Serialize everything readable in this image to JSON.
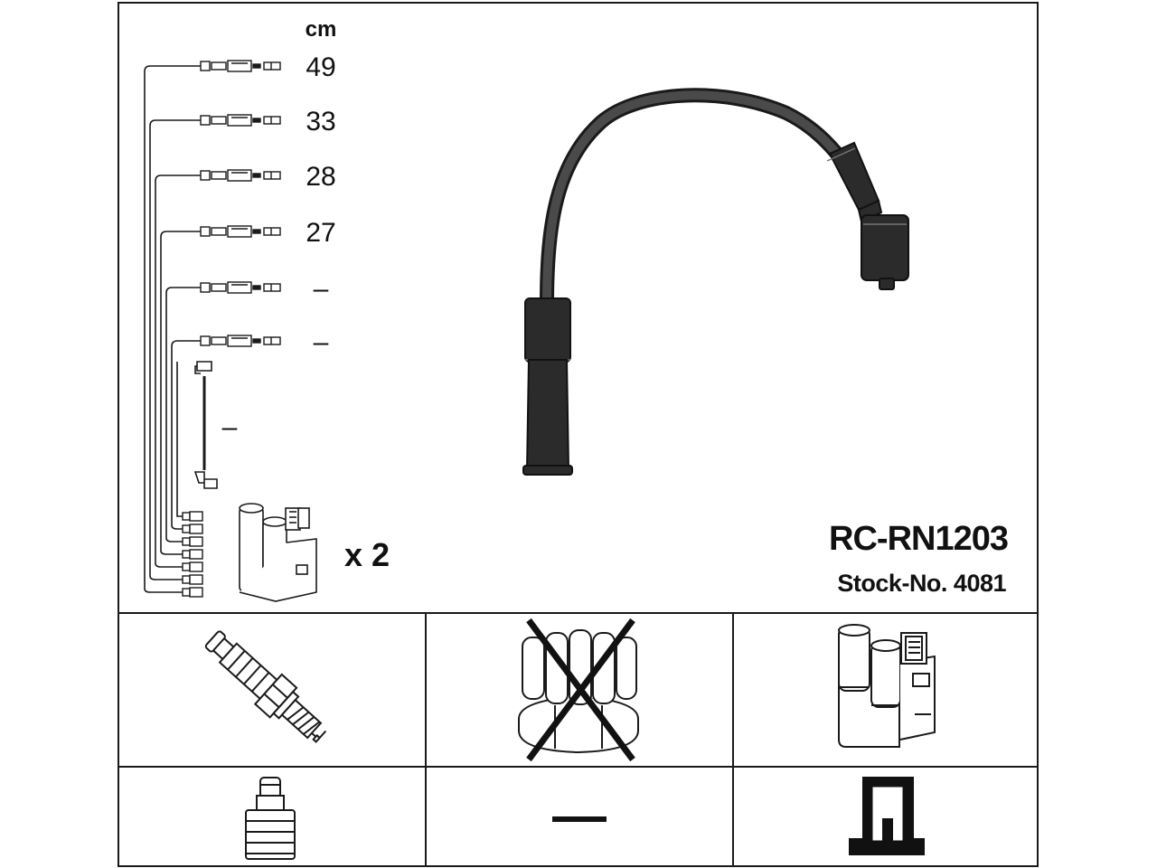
{
  "header": {
    "unit_label": "cm",
    "lengths": [
      "49",
      "33",
      "28",
      "27",
      "–",
      "–",
      "–"
    ]
  },
  "kit": {
    "quantity_label": "x 2",
    "part_number": "RC-RN1203",
    "stock_number": "Stock-No. 4081"
  },
  "compatibility": {
    "spark_plug": "spark-plug-icon",
    "distributor_cap": "distributor-cap-icon",
    "distributor_cap_applicable": false,
    "ignition_coil": "ignition-coil-icon",
    "plug_terminal": "plug-terminal-icon",
    "distributor_terminal_label": "—",
    "coil_terminal": "coil-terminal-icon"
  },
  "colors": {
    "line": "#1a1a1a",
    "cable": "#2b2b2b",
    "background": "#ffffff"
  }
}
